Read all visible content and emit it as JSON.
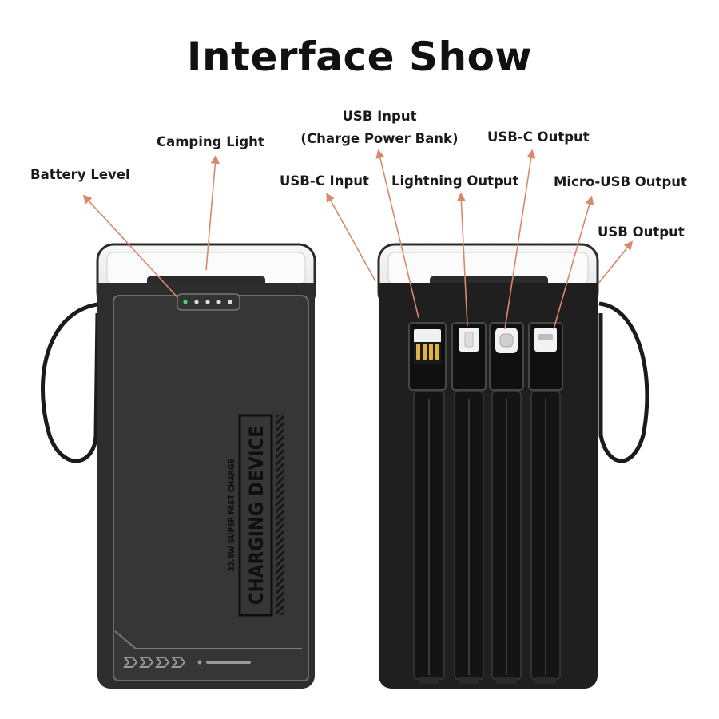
{
  "title": "Interface Show",
  "labels": {
    "battery_level": "Battery Level",
    "camping_light": "Camping Light",
    "usb_c_input": "USB-C Input",
    "usb_input": "USB Input",
    "usb_input_note": "(Charge Power Bank)",
    "lightning_output": "Lightning Output",
    "usb_c_output": "USB-C Output",
    "micro_usb_output": "Micro-USB Output",
    "usb_output": "USB Output"
  },
  "device": {
    "print_main": "CHARGING DEVICE",
    "print_sub": "22.5W SUPER FAST CHARGE",
    "led_count": 5,
    "led_lit": 1
  },
  "colors": {
    "arrow": "#d9886a",
    "body": "#2d2d2d",
    "panel": "#3a3a3a",
    "led_on": "#3ce06a",
    "led_off": "#dcdcdc"
  }
}
